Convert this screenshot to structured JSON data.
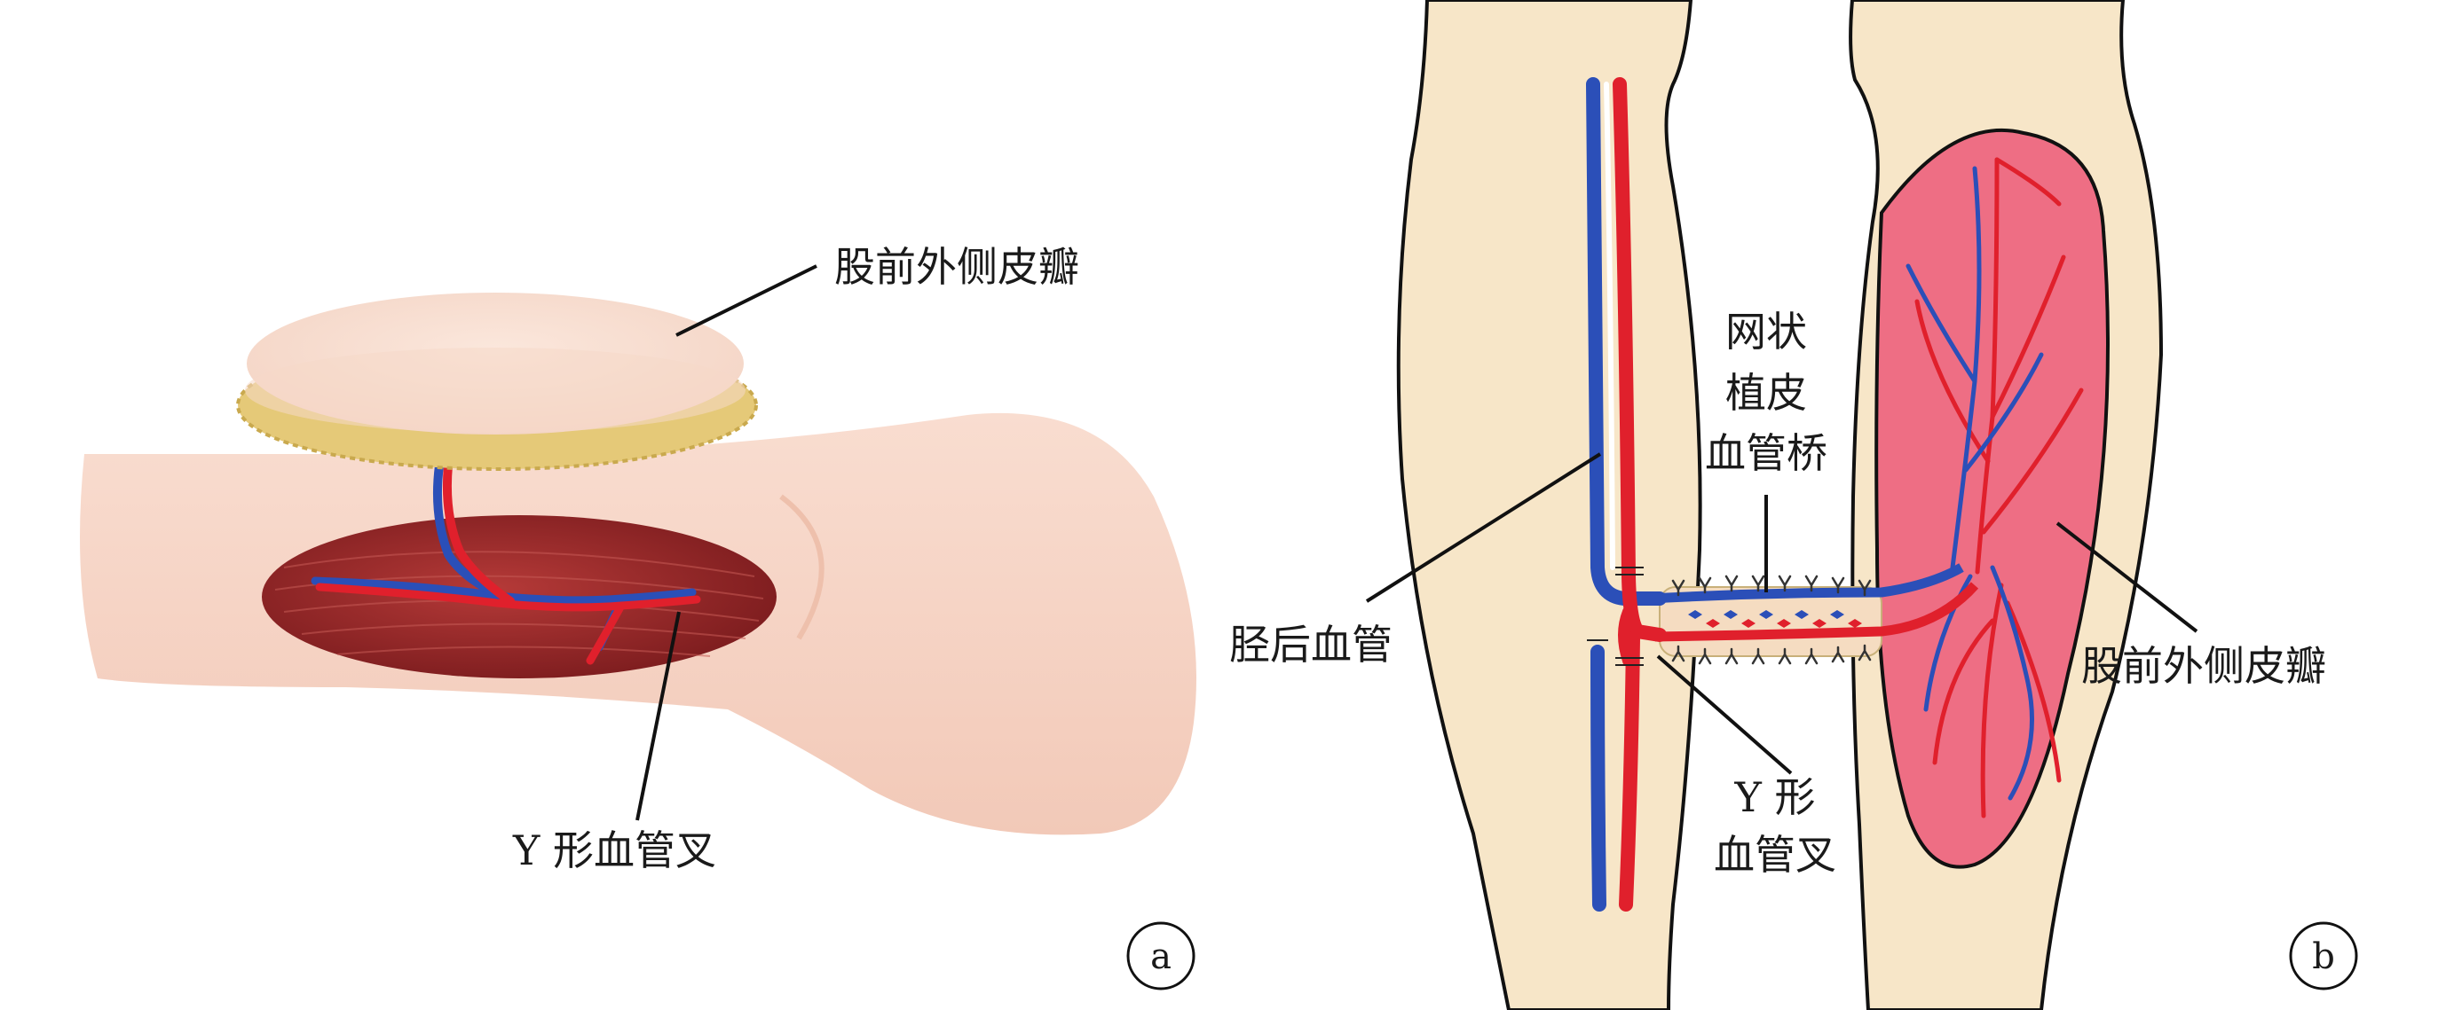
{
  "panel_a": {
    "flap_label": "股前外侧皮瓣",
    "bifurcation_label": "Y 形血管叉",
    "panel_letter": "a"
  },
  "panel_b": {
    "bridge_label_line1": "网状",
    "bridge_label_line2": "植皮",
    "bridge_label_line3": "血管桥",
    "vessel_label": "胫后血管",
    "flap_label": "股前外侧皮瓣",
    "bifurcation_label_line1": "Y 形",
    "bifurcation_label_line2": "血管叉",
    "panel_letter": "b"
  },
  "colors": {
    "artery": "#e0202c",
    "vein": "#2b4fb8",
    "skin": "#f7e6c8",
    "flap": "#ee6e84",
    "muscle": "#9e2a2a"
  }
}
